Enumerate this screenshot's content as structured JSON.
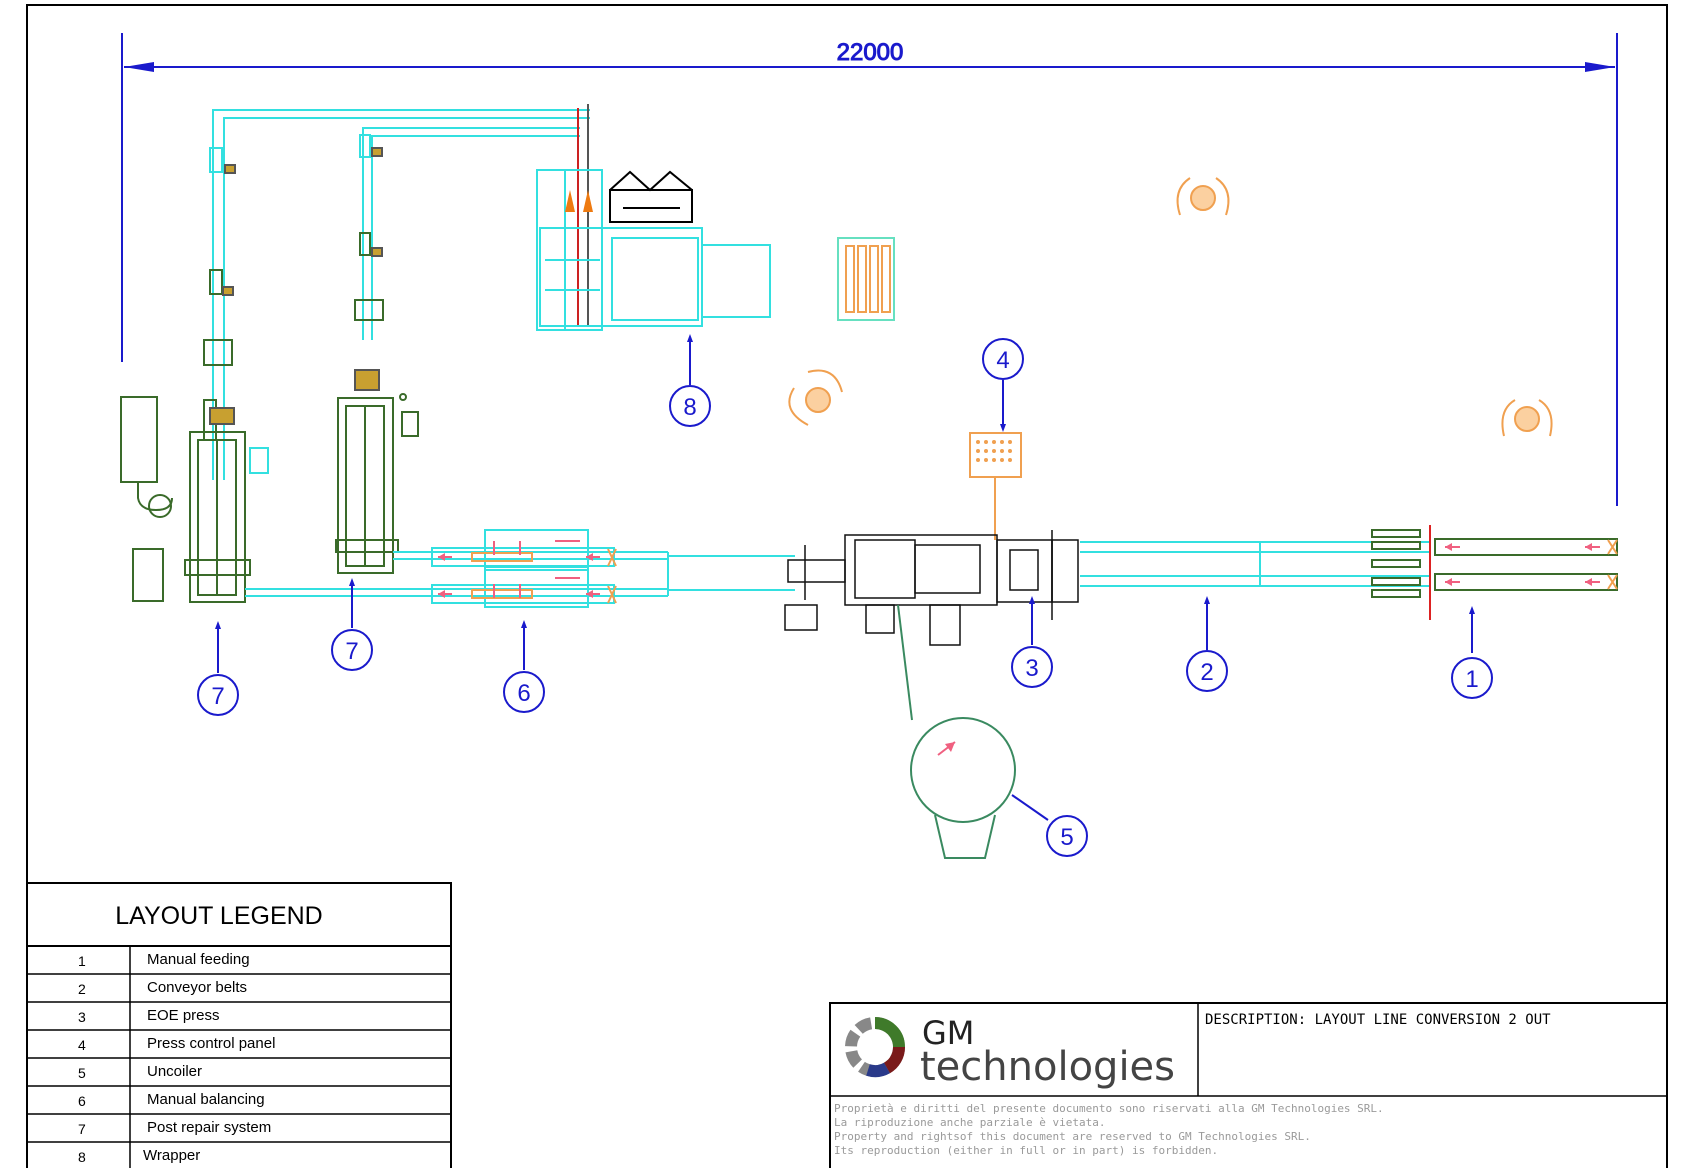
{
  "dimension": {
    "value": "22000"
  },
  "callouts": [
    "1",
    "2",
    "3",
    "4",
    "5",
    "6",
    "7",
    "7",
    "8"
  ],
  "legend": {
    "title": "LAYOUT LEGEND",
    "items": [
      {
        "num": "1",
        "label": "Manual feeding"
      },
      {
        "num": "2",
        "label": "Conveyor belts"
      },
      {
        "num": "3",
        "label": "EOE press"
      },
      {
        "num": "4",
        "label": "Press control panel"
      },
      {
        "num": "5",
        "label": "Uncoiler"
      },
      {
        "num": "6",
        "label": "Manual balancing"
      },
      {
        "num": "7",
        "label": "Post repair system"
      },
      {
        "num": "8",
        "label": "Wrapper"
      }
    ]
  },
  "title_block": {
    "logo_line1": "GM",
    "logo_line2": "technologies",
    "description": "DESCRIPTION:  LAYOUT LINE CONVERSION 2 OUT",
    "rights": [
      "Proprietà e diritti del presente documento sono riservati alla GM Technologies SRL.",
      "La riproduzione anche parziale è vietata.",
      "Property and rightsof this document are reserved to GM Technologies SRL.",
      "Its reproduction (either in full or in part) is forbidden."
    ]
  },
  "colors": {
    "dimension": "#1a1acc",
    "conveyor": "#33e0e0",
    "machine": "#3a6b2a",
    "operator": "#f0a050",
    "arrow": "#f06080",
    "press": "#111111"
  }
}
